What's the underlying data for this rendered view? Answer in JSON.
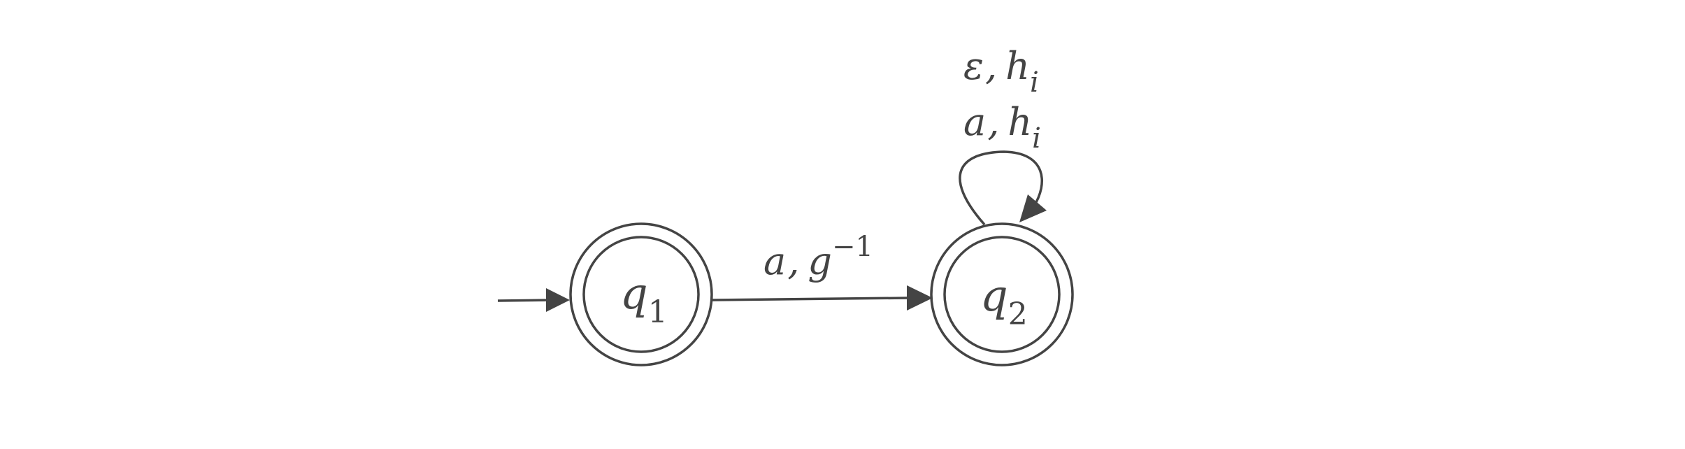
{
  "colors": {
    "stroke": "#444444",
    "background": "#ffffff"
  },
  "states": [
    {
      "id": "q1",
      "label": {
        "base": "q",
        "sub": "1"
      },
      "accepting": true,
      "initial": true
    },
    {
      "id": "q2",
      "label": {
        "base": "q",
        "sub": "2"
      },
      "accepting": true,
      "initial": false
    }
  ],
  "transitions": [
    {
      "from": "q1",
      "to": "q2",
      "label": {
        "symbol": "a",
        "sep": ",",
        "action": "g",
        "sup": "−1"
      }
    },
    {
      "from": "q2",
      "to": "q2",
      "labels": [
        {
          "symbol": "ε",
          "sep": ",",
          "action": "h",
          "sub": "i"
        },
        {
          "symbol": "a",
          "sep": ",",
          "action": "h",
          "sub": "i"
        }
      ]
    }
  ]
}
